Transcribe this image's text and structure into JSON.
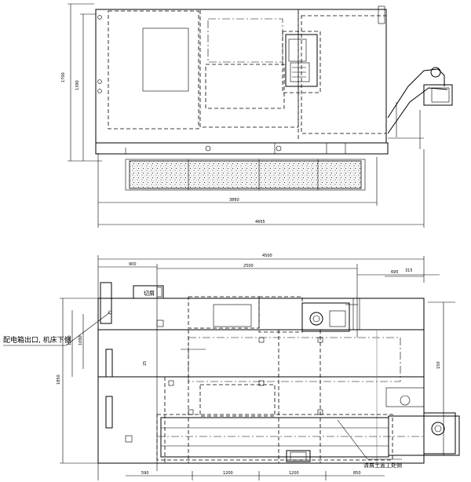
{
  "top_view": {
    "dimensions": {
      "overall_width": "4665",
      "inner_width": "3860",
      "height": "1700",
      "height_left": "1390"
    }
  },
  "bottom_view": {
    "dimensions": {
      "overall_width": "4500",
      "top_left": "900",
      "top_mid": "2500",
      "top_right": "695",
      "right_small": "315",
      "left_height": "1850",
      "left_height2": "1500",
      "bottom_1": "590",
      "bottom_2": "1200",
      "bottom_3": "1200",
      "bottom_4": "850",
      "small_1": "150",
      "small_2": "1090",
      "center_mark": "25"
    },
    "labels": {
      "electrical_outlet": "配电箱出口, 机床下侧",
      "chip_conveyor_text": "切屑",
      "chip_outlet": "清屑土盖工处侧"
    }
  }
}
